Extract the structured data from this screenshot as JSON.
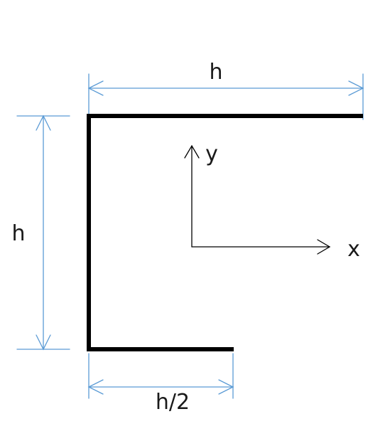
{
  "labels": {
    "top_width": "h",
    "left_height": "h",
    "bottom_width": "h/2",
    "axis_x": "x",
    "axis_y": "y"
  },
  "colors": {
    "section": "#000000",
    "dimension": "#5b9bd5",
    "axis": "#000000",
    "text": "#1a1a1a"
  }
}
